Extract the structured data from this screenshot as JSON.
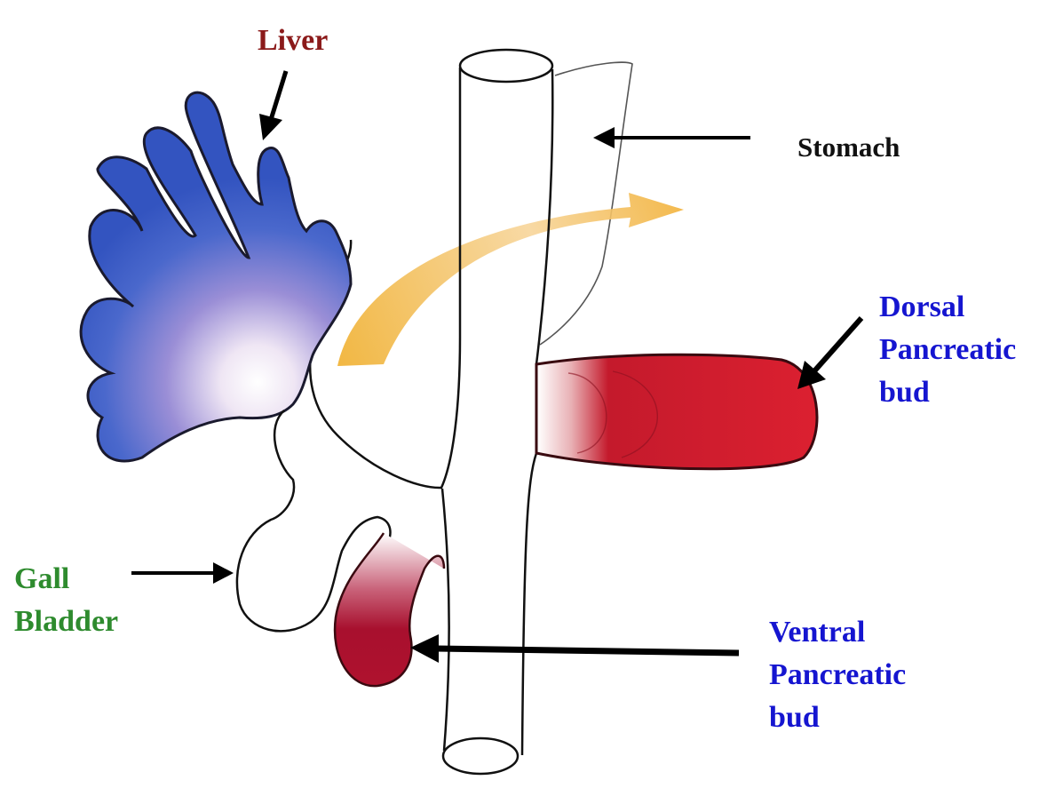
{
  "labels": {
    "liver": "Liver",
    "stomach": "Stomach",
    "dorsal": [
      "Dorsal",
      "Pancreatic",
      "bud"
    ],
    "gall_bladder": [
      "Gall",
      "Bladder"
    ],
    "ventral": [
      "Ventral",
      "Pancreatic",
      "bud"
    ]
  },
  "colors": {
    "liver_label": "#8b1a1a",
    "pancreatic_label": "#1515d0",
    "gall_bladder_label": "#2e8b2e",
    "liver_fill": "#3a5cc8",
    "dorsal_bud_fill": "#dc1e32",
    "ventral_bud_fill": "#a8102e",
    "rotation_arrow": "#f2b23a",
    "outline": "#111111"
  }
}
